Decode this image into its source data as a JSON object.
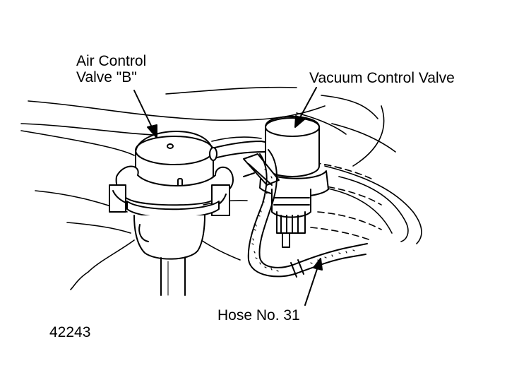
{
  "labels": {
    "air_control_valve_line1": "Air Control",
    "air_control_valve_line2": "Valve \"B\"",
    "vacuum_control_valve": "Vacuum Control Valve",
    "hose": "Hose No. 31",
    "figure_number": "42243"
  },
  "colors": {
    "ink": "#000000",
    "paper": "#ffffff"
  }
}
